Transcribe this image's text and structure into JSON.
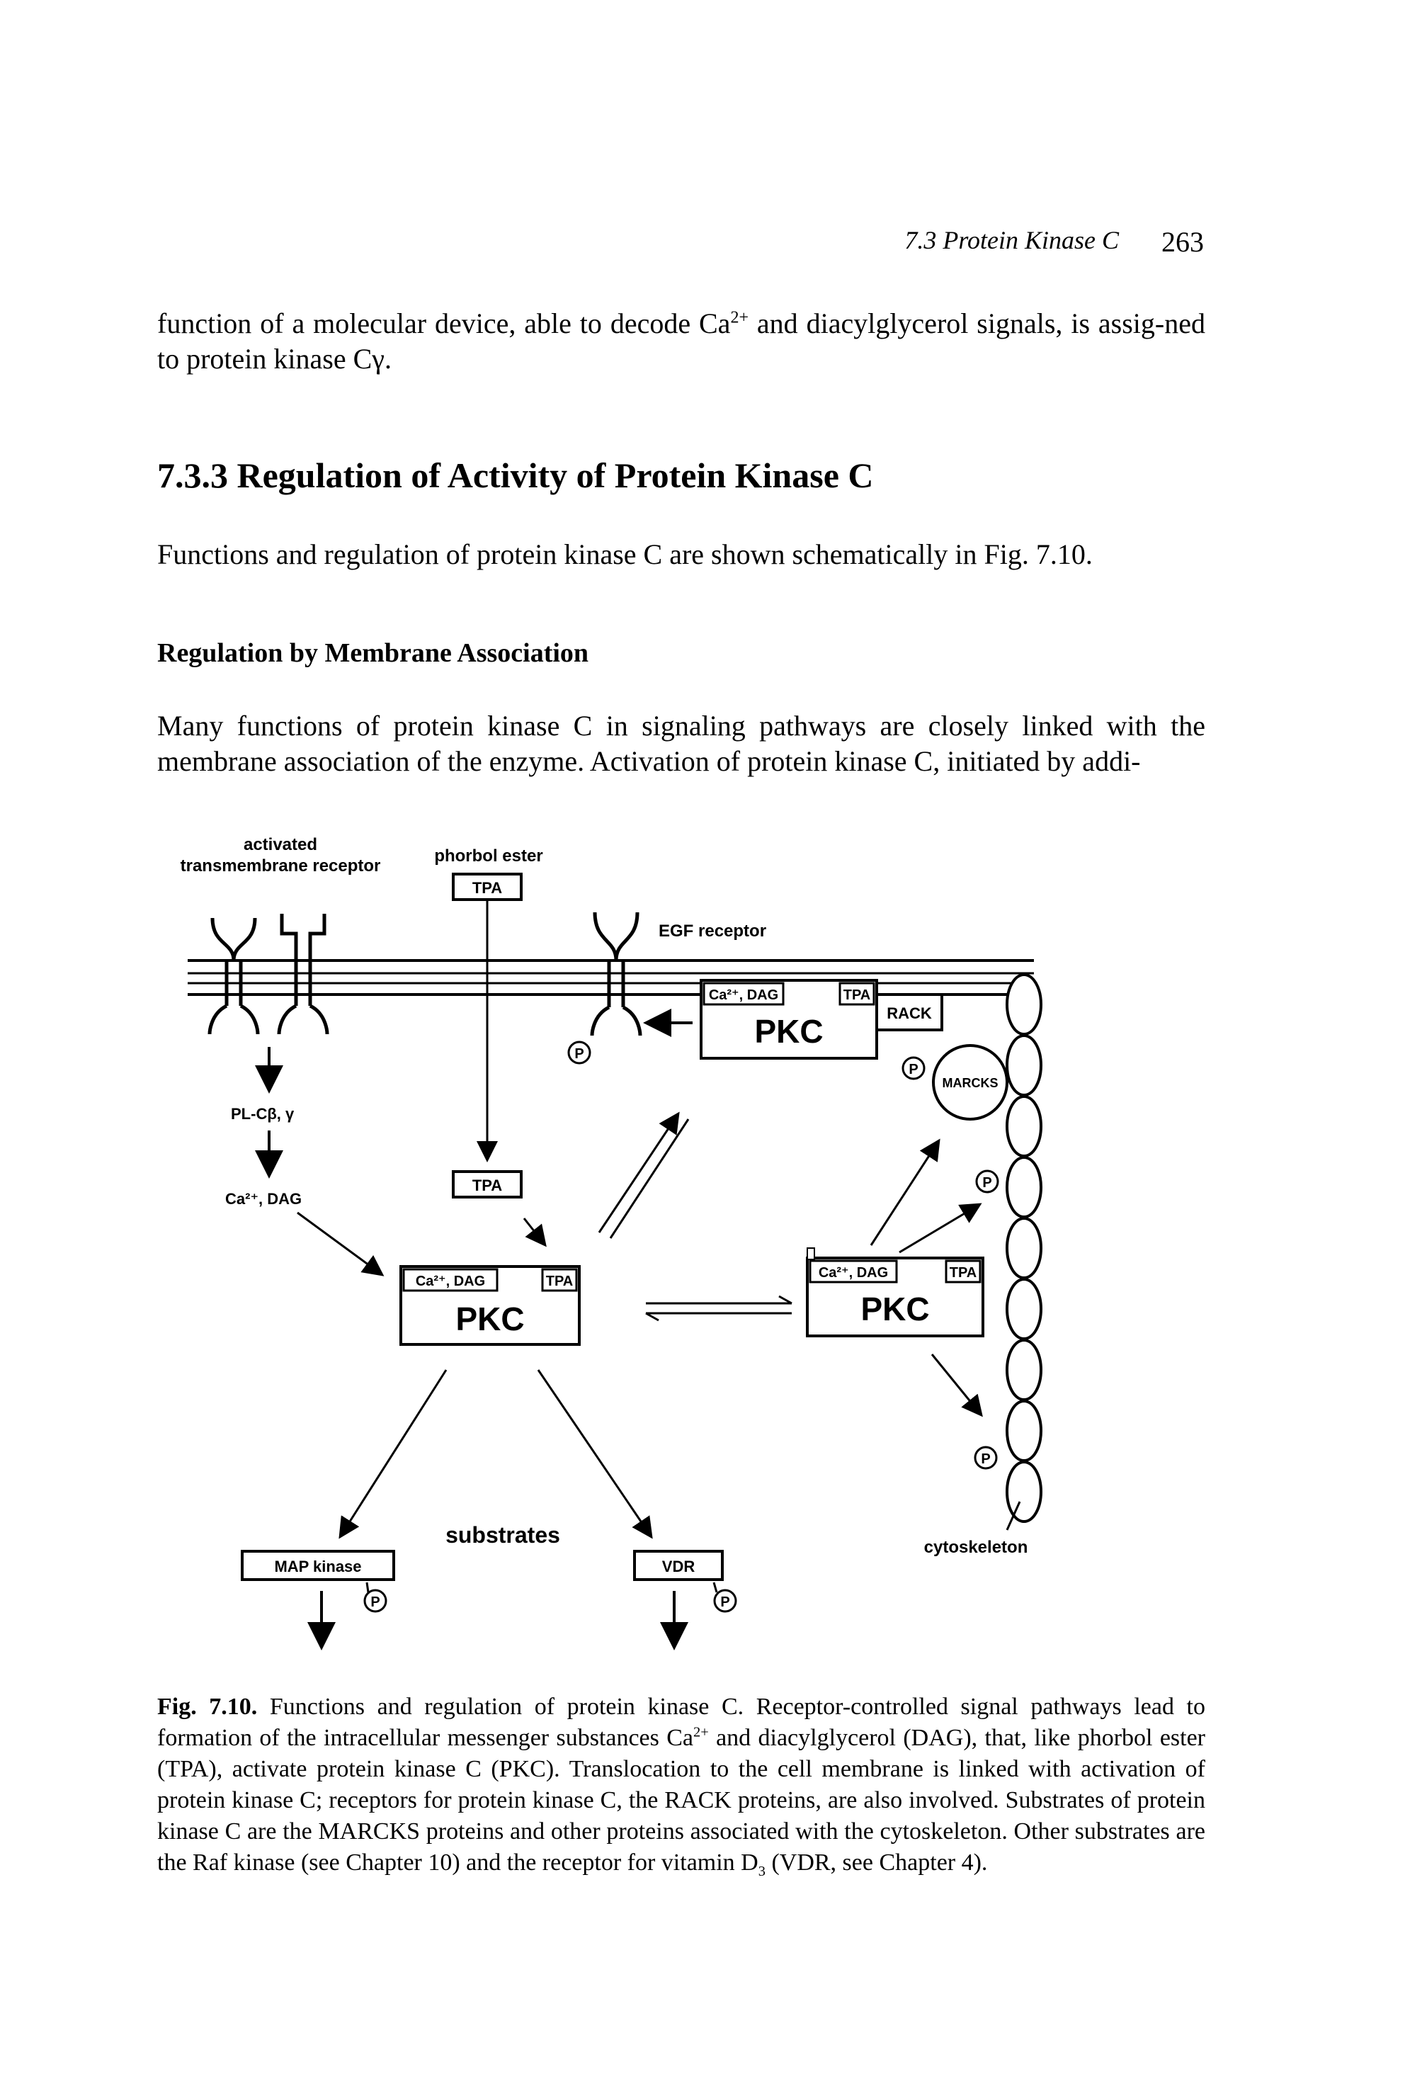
{
  "header": {
    "section": "7.3 Protein Kinase C",
    "page": "263"
  },
  "intro": {
    "text_a": "function of a molecular device, able to decode Ca",
    "sup": "2+",
    "text_b": " and diacylglycerol signals, is assig-ned to protein kinase Cγ."
  },
  "heading": "7.3.3  Regulation of Activity of Protein Kinase C",
  "para1": "Functions and regulation of protein kinase C are shown schematically in Fig. 7.10.",
  "subheading": "Regulation by Membrane Association",
  "para2": "Many functions of protein kinase C in signaling pathways are closely linked with the membrane association of the enzyme. Activation of protein kinase C, initiated by addi-",
  "figure": {
    "activated": "activated",
    "transmembrane_receptor": "transmembrane receptor",
    "phorbol_ester": "phorbol ester",
    "tpa": "TPA",
    "egf_receptor": "EGF receptor",
    "ca_dag": "Ca²⁺, DAG",
    "pkc": "PKC",
    "rack": "RACK",
    "marcks": "MARCKS",
    "p": "P",
    "plc": "PL-Cβ, γ",
    "ca_dag_free": "Ca²⁺, DAG",
    "substrates": "substrates",
    "map_kinase": "MAP kinase",
    "vdr": "VDR",
    "cytoskeleton": "cytoskeleton"
  },
  "caption": {
    "label": "Fig. 7.10.",
    "t1": " Functions and regulation of protein kinase C. Receptor-controlled signal pathways lead to formation of the intracellular messenger substances Ca",
    "sup": "2+",
    "t2": " and diacylglycerol (DAG), that, like phorbol ester (TPA), activate protein kinase C (PKC). Translocation to the cell membrane is linked with activation of protein kinase C; receptors for protein kinase C, the RACK proteins, are also involved. Substrates of protein kinase C are the MARCKS proteins and other proteins associated with the cytoskeleton. Other substrates are the Raf kinase (see Chapter 10) and the receptor for vitamin D",
    "sub": "3",
    "t3": " (VDR, see Chapter 4)."
  }
}
